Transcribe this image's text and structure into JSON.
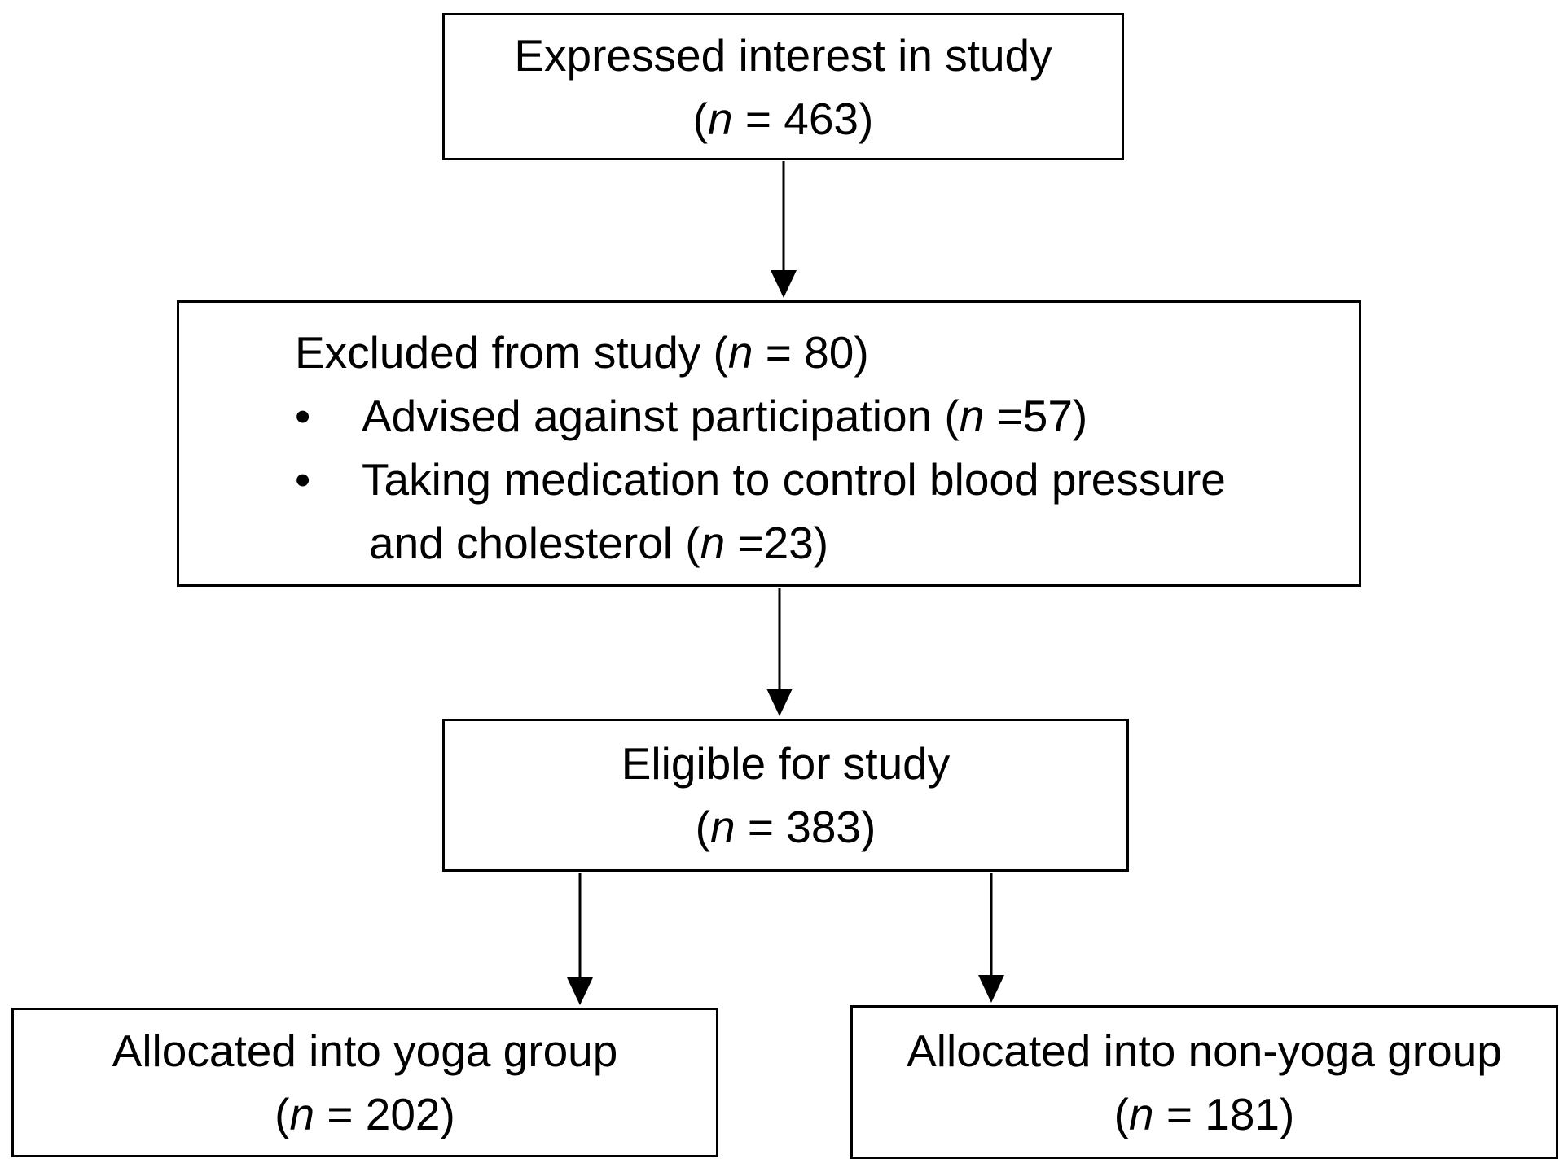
{
  "interest": {
    "line1": "Expressed interest in study",
    "n_label": "n",
    "n_value": " = 463"
  },
  "excluded": {
    "heading": "Excluded from study (",
    "heading_n_label": "n",
    "heading_n_value": " = 80)",
    "items": [
      {
        "bullet": "•",
        "text": "Advised against participation (",
        "n_label": "n",
        "n_value": " =57)"
      },
      {
        "bullet": "•",
        "text": "Taking medication to control blood pressure",
        "text_line2": "and cholesterol (",
        "n_label": "n",
        "n_value": " =23)"
      }
    ]
  },
  "eligible": {
    "line1": "Eligible for study",
    "n_label": "n",
    "n_value": " = 383"
  },
  "yoga": {
    "line1": "Allocated into yoga group",
    "n_label": "n",
    "n_value": " = 202"
  },
  "nonyoga": {
    "line1": "Allocated into non-yoga group",
    "n_label": "n",
    "n_value": " = 181"
  }
}
